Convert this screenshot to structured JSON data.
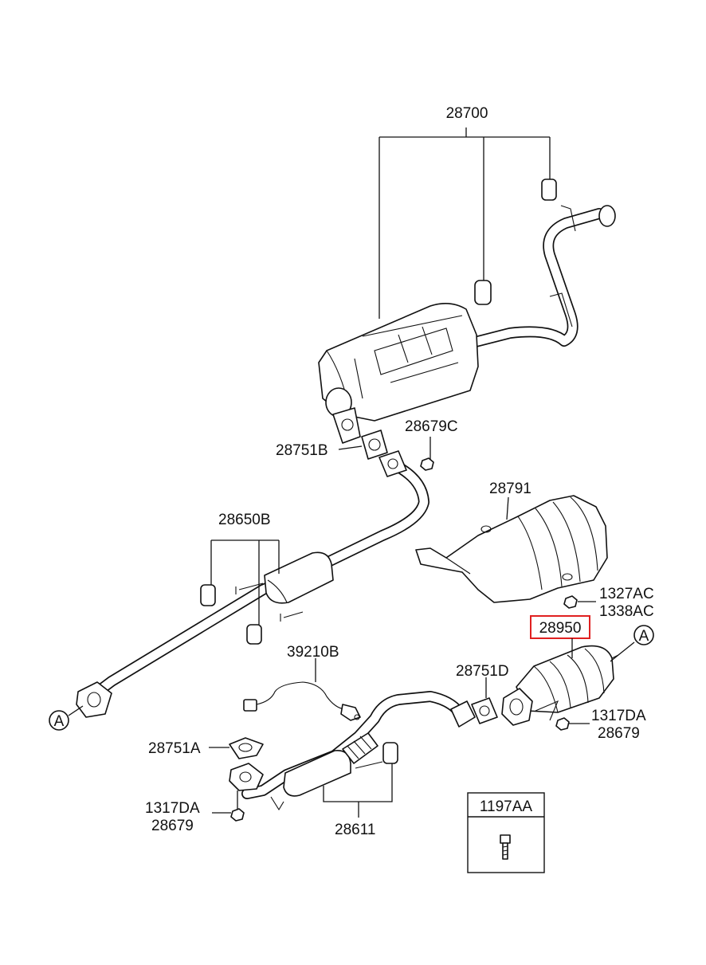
{
  "parts": {
    "p28700": "28700",
    "p28751B": "28751B",
    "p28679C": "28679C",
    "p28791": "28791",
    "p28650B": "28650B",
    "p1327AC": "1327AC",
    "p1338AC": "1338AC",
    "p28950": "28950",
    "p39210B": "39210B",
    "p28751D": "28751D",
    "p1317DA_right": "1317DA",
    "p28679_right": "28679",
    "p28751A": "28751A",
    "p1317DA_left": "1317DA",
    "p28679_left": "28679",
    "p28611": "28611",
    "p1197AA": "1197AA"
  },
  "refs": {
    "ref_right": "A",
    "ref_left": "A"
  },
  "highlight_color": "#e02020"
}
